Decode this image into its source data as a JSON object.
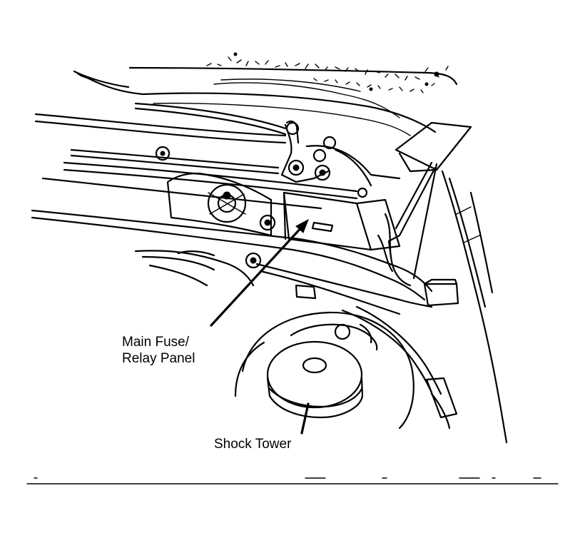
{
  "callouts": {
    "fuse_panel_line1": "Main Fuse/",
    "fuse_panel_line2": "Relay Panel",
    "shock_tower": "Shock Tower"
  }
}
